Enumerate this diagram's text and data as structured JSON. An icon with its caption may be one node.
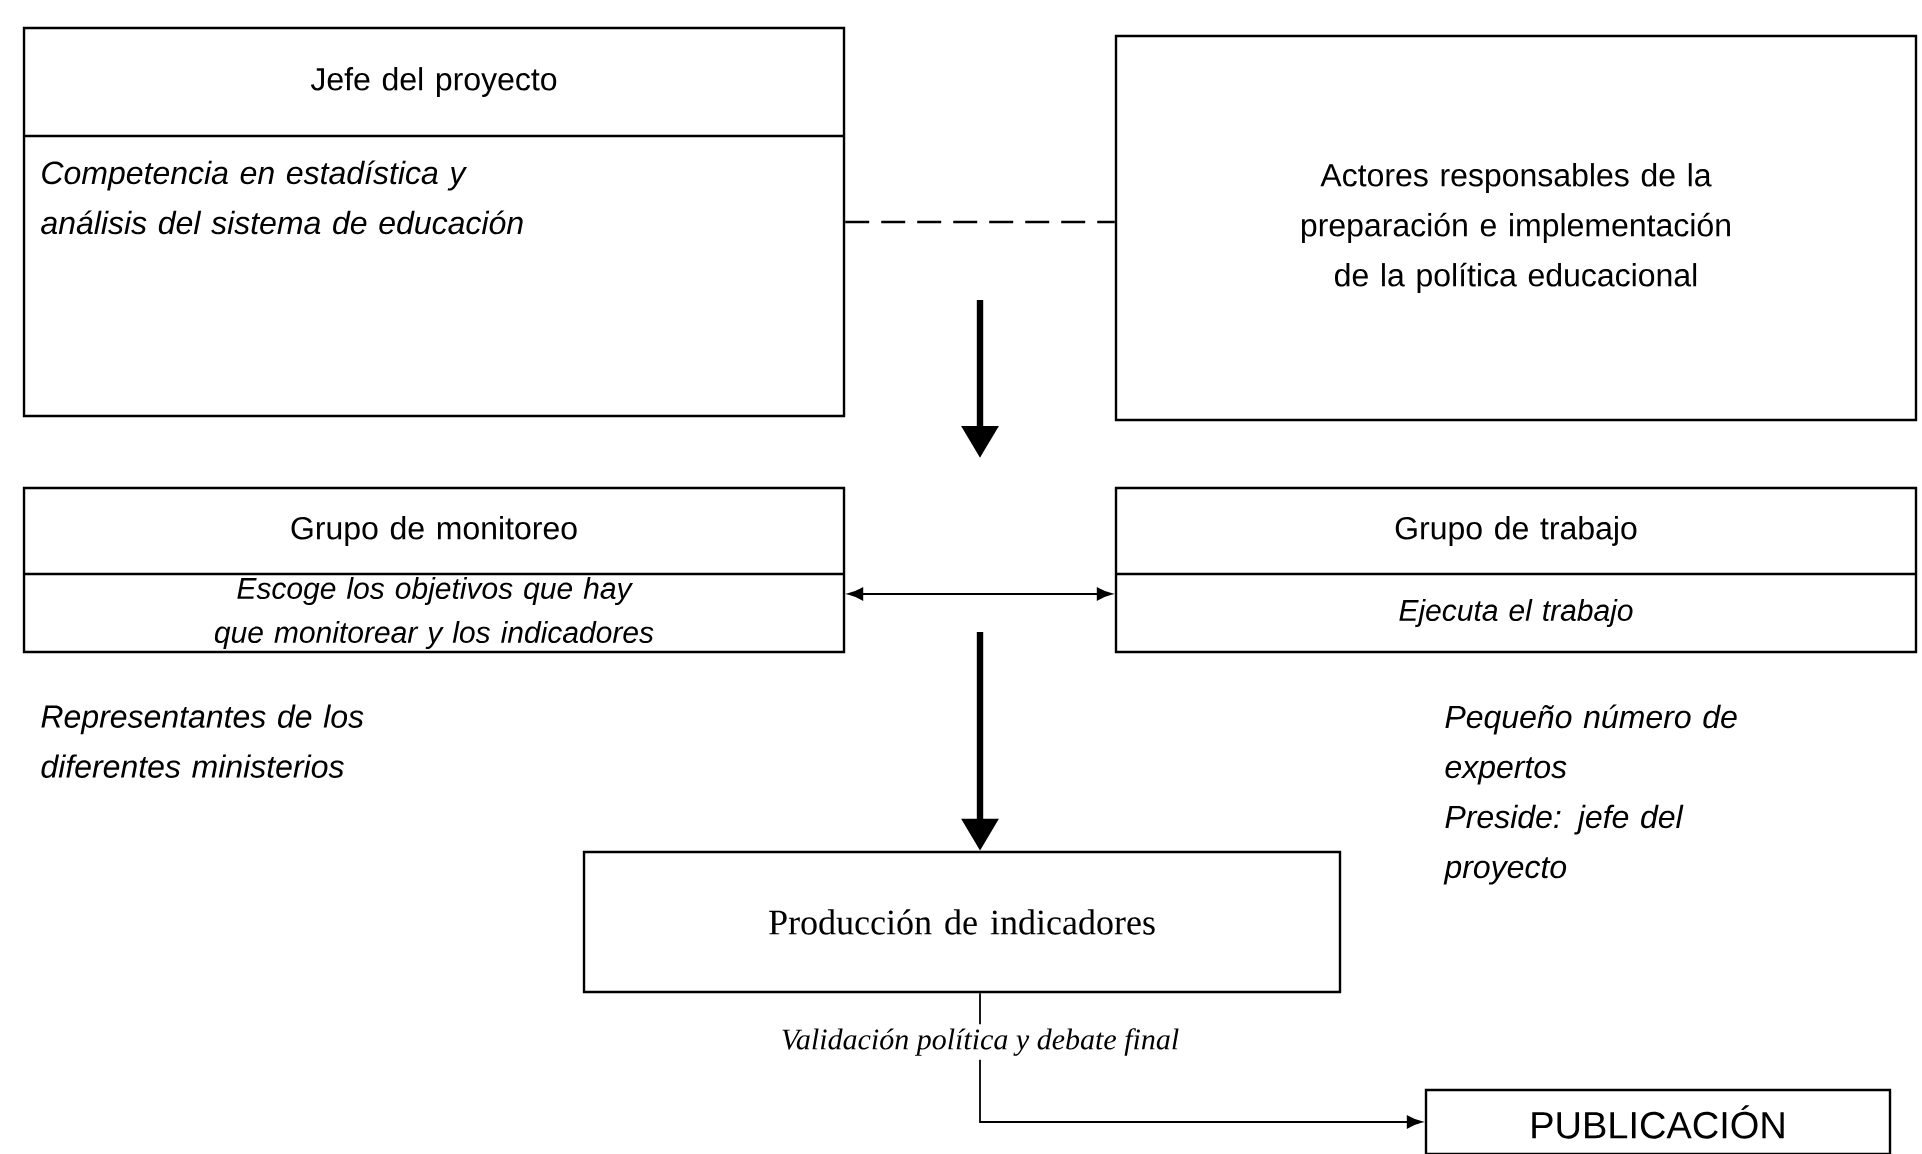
{
  "diagram": {
    "nodes": [
      {
        "text": [
          "Jefe del proyecto",
          "*Competencia en estadística y análisis del sistema de educación*"
        ]
      },
      {
        "text": [
          "Actores responsables de la preparación e implementación de la política educacional"
        ]
      },
      {
        "text": [
          "Grupo de monitoreo",
          "*Escoge los objetivos que hay que monitorear y los indicadores*"
        ],
        "beside": [
          "*Representantes de los diferentes ministerios*"
        ]
      },
      {
        "text": [
          "Grupo de trabajo",
          "*Ejecuta el trabajo*"
        ],
        "beside": [
          "*Pequeño número de expertos*",
          "*Preside: jefe del proyecto*"
        ]
      },
      {
        "text": [
          "Producción de indicadores"
        ]
      },
      {
        "text": [
          "PUBLICACIÓN"
        ]
      }
    ],
    "edges": [
      {
        "from": 0,
        "to": 1,
        "arrow": "none",
        "style": "dashed"
      },
      {
        "from": 2,
        "to": 3,
        "arrow": "both"
      },
      {
        "from": null,
        "to": 4,
        "arrow": "to",
        "style": "thick"
      },
      {
        "from": 4,
        "to": 5,
        "arrow": "to",
        "label": "*Validación política y debate final*"
      }
    ]
  }
}
